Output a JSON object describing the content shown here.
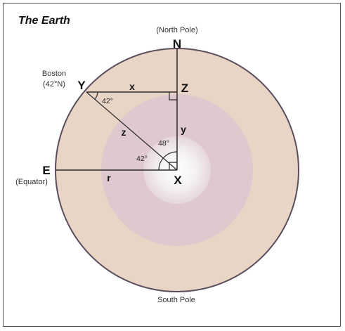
{
  "title": "The Earth",
  "labels": {
    "north_pole": "(North Pole)",
    "south_pole": "South Pole",
    "boston": "Boston",
    "boston_lat": "(42°N)",
    "equator": "(Equator)"
  },
  "points": {
    "n": "N",
    "y": "Y",
    "z": "Z",
    "e": "E",
    "x": "X"
  },
  "segments": {
    "x": "x",
    "y": "y",
    "z": "z",
    "r": "r"
  },
  "angles": {
    "at_y": "42°",
    "at_center_upper": "48°",
    "at_center_lower": "42°"
  },
  "colors": {
    "outer": "#e9d5c6",
    "outer_rim": "#5a4e5c",
    "mantle": "#dfc9ce",
    "core": "#f2eeef",
    "line": "#2c2c2c"
  }
}
